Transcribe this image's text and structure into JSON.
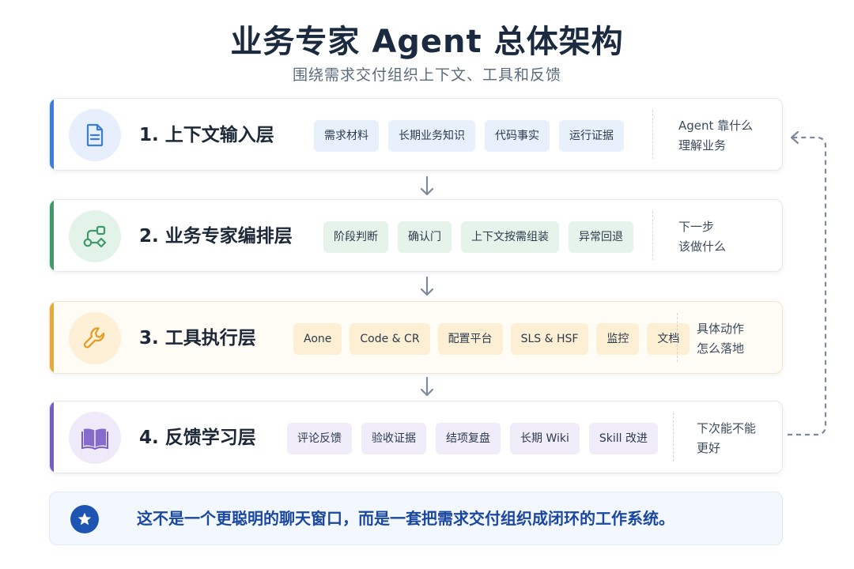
{
  "title": "业务专家 Agent 总体架构",
  "subtitle": "围绕需求交付组织上下文、工具和反馈",
  "layers": [
    {
      "title": "1. 上下文输入层",
      "icon": "document-icon",
      "accent": "#3b7dd8",
      "tags": [
        "需求材料",
        "长期业务知识",
        "代码事实",
        "运行证据"
      ],
      "note_line1": "Agent 靠什么",
      "note_line2": "理解业务"
    },
    {
      "title": "2. 业务专家编排层",
      "icon": "workflow-icon",
      "accent": "#3f9a68",
      "tags": [
        "阶段判断",
        "确认门",
        "上下文按需组装",
        "异常回退"
      ],
      "note_line1": "下一步",
      "note_line2": "该做什么"
    },
    {
      "title": "3. 工具执行层",
      "icon": "wrench-icon",
      "accent": "#e6a93a",
      "tags": [
        "Aone",
        "Code & CR",
        "配置平台",
        "SLS & HSF",
        "监控",
        "文档"
      ],
      "note_line1": "具体动作",
      "note_line2": "怎么落地"
    },
    {
      "title": "4. 反馈学习层",
      "icon": "book-icon",
      "accent": "#7a5cc7",
      "tags": [
        "评论反馈",
        "验收证据",
        "结项复盘",
        "长期 Wiki",
        "Skill 改进"
      ],
      "note_line1": "下次能不能",
      "note_line2": "更好"
    }
  ],
  "summary": {
    "icon": "star-icon",
    "text": "这不是一个更聪明的聊天窗口，而是一套把需求交付组织成闭环的工作系统。"
  }
}
